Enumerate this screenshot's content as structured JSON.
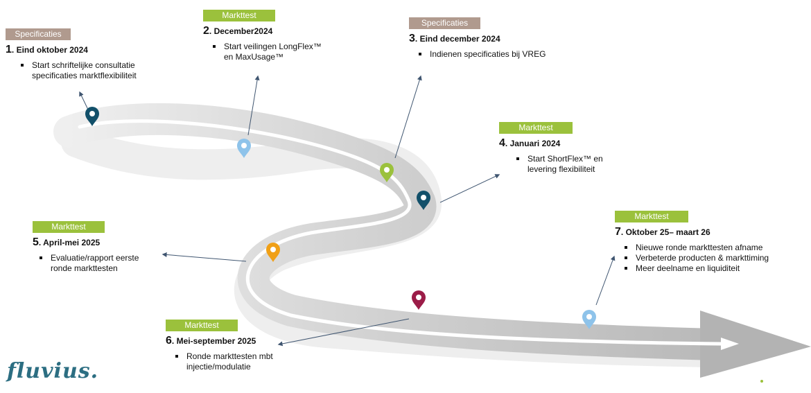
{
  "milestones": [
    {
      "id": "m1",
      "tag": "Specificaties",
      "tag_kind": "spec",
      "num": "1",
      "title": ". Eind oktober 2024",
      "bullets": [
        [
          "Start schriftelijke consultatie",
          "specificaties marktflexibiliteit"
        ]
      ],
      "pin_color": "#12506a"
    },
    {
      "id": "m2",
      "tag": "Markttest",
      "tag_kind": "mark",
      "num": "2",
      "title": ". December2024",
      "bullets": [
        [
          "Start veilingen LongFlex™",
          "en MaxUsage™"
        ]
      ],
      "pin_color": "#8ec3ea"
    },
    {
      "id": "m3",
      "tag": "Specificaties",
      "tag_kind": "spec",
      "num": "3",
      "title": ". Eind december 2024",
      "bullets": [
        [
          "Indienen specificaties bij VREG"
        ]
      ],
      "pin_color": "#9bc13c"
    },
    {
      "id": "m4",
      "tag": "Markttest",
      "tag_kind": "mark",
      "num": "4",
      "title": ". Januari 2024",
      "bullets": [
        [
          "Start ShortFlex™ en",
          "levering flexibiliteit"
        ]
      ],
      "pin_color": "#12506a"
    },
    {
      "id": "m5",
      "tag": "Markttest",
      "tag_kind": "mark",
      "num": "5",
      "title": ". April-mei 2025",
      "bullets": [
        [
          "Evaluatie/rapport eerste",
          "ronde markttesten"
        ]
      ],
      "pin_color": "#f0a017"
    },
    {
      "id": "m6",
      "tag": "Markttest",
      "tag_kind": "mark",
      "num": "6",
      "title": ". Mei-september 2025",
      "bullets": [
        [
          "Ronde markttesten mbt",
          "injectie/modulatie"
        ]
      ],
      "pin_color": "#9b1c48"
    },
    {
      "id": "m7",
      "tag": "Markttest",
      "tag_kind": "mark",
      "num": "7",
      "title": ". Oktober 25– maart 26",
      "bullets": [
        [
          "Nieuwe ronde markttesten afname"
        ],
        [
          "Verbeterde producten & markttiming"
        ],
        [
          "Meer deelname en liquiditeit"
        ]
      ],
      "pin_color": "#8ec3ea"
    }
  ],
  "logo": {
    "text": "fluvius."
  },
  "colors": {
    "road": "#d2d2d2",
    "road_shadow": "#ececec",
    "road_line": "#ffffff",
    "arrow": "#3f5570"
  }
}
